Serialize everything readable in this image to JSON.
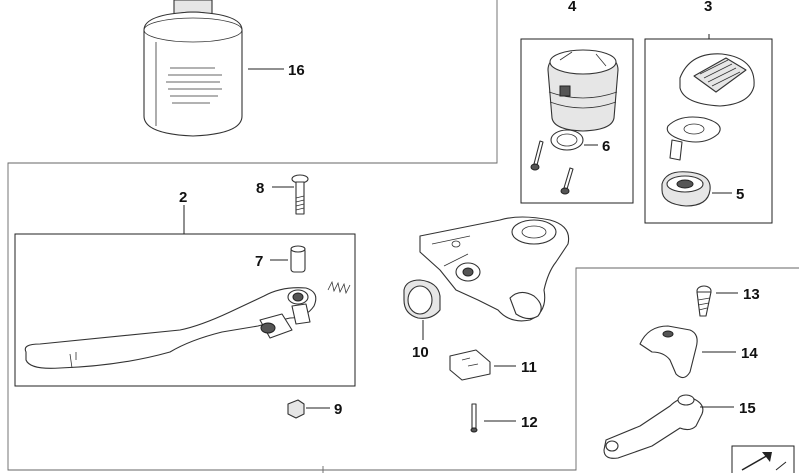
{
  "diagram": {
    "callouts": [
      {
        "id": "c16",
        "label": "16"
      },
      {
        "id": "c4",
        "label": "4"
      },
      {
        "id": "c3",
        "label": "3"
      },
      {
        "id": "c6",
        "label": "6"
      },
      {
        "id": "c5",
        "label": "5"
      },
      {
        "id": "c2",
        "label": "2"
      },
      {
        "id": "c8",
        "label": "8"
      },
      {
        "id": "c7",
        "label": "7"
      },
      {
        "id": "c10",
        "label": "10"
      },
      {
        "id": "c11",
        "label": "11"
      },
      {
        "id": "c12",
        "label": "12"
      },
      {
        "id": "c9",
        "label": "9"
      },
      {
        "id": "c13",
        "label": "13"
      },
      {
        "id": "c14",
        "label": "14"
      },
      {
        "id": "c15",
        "label": "15"
      }
    ]
  }
}
